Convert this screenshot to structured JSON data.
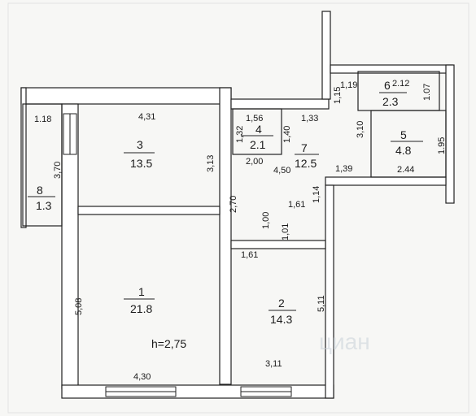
{
  "rooms": [
    {
      "id": "room-1",
      "number": "1",
      "area": "21.8"
    },
    {
      "id": "room-2",
      "number": "2",
      "area": "14.3"
    },
    {
      "id": "room-3",
      "number": "3",
      "area": "13.5"
    },
    {
      "id": "room-4",
      "number": "4",
      "area": "2.1"
    },
    {
      "id": "room-5",
      "number": "5",
      "area": "4.8"
    },
    {
      "id": "room-6",
      "number": "6",
      "area": "2.3"
    },
    {
      "id": "room-7",
      "number": "7",
      "area": "12.5"
    },
    {
      "id": "room-8",
      "number": "8",
      "area": "1.3"
    }
  ],
  "dimensions": {
    "d_1_18": "1.18",
    "d_4_31": "4,31",
    "d_3_70": "3,70",
    "d_3_13": "3,13",
    "d_2_70": "2,70",
    "d_1_56": "1,56",
    "d_1_32": "1,32",
    "d_1_40": "1,40",
    "d_1_33": "1,33",
    "d_2_00": "2,00",
    "d_4_50": "4,50",
    "d_1_39": "1,39",
    "d_1_15": "1,15",
    "d_1_19": "1,19",
    "d_2_12": "2.12",
    "d_1_07": "1.07",
    "d_3_10": "3,10",
    "d_1_95": "1.95",
    "d_2_44": "2.44",
    "d_1_14": "1,14",
    "d_1_61_a": "1,61",
    "d_1_00": "1,00",
    "d_1_01": "1,01",
    "d_1_61_b": "1,61",
    "d_5_08": "5,08",
    "d_5_11": "5,11",
    "d_4_30": "4,30",
    "d_3_11": "3,11"
  },
  "ceiling_height": "h=2,75",
  "watermark": "циан"
}
